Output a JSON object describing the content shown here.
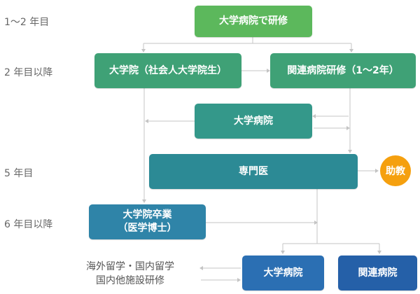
{
  "stages": {
    "year1_2": "1〜2 年目",
    "year2_plus": "2 年目以降",
    "year5": "5 年目",
    "year6_plus": "6 年目以降"
  },
  "boxes": {
    "univ_hospital_training": "大学病院で研修",
    "grad_school_working": "大学院（社会人大学院生）",
    "affiliated_training": "関連病院研修（1〜2年）",
    "univ_hospital_mid": "大学病院",
    "specialist": "専門医",
    "assistant_professor": "助教",
    "grad_complete_line1": "大学院卒業",
    "grad_complete_line2": "（医学博士）",
    "univ_hospital_final": "大学病院",
    "affiliated_hospital": "関連病院"
  },
  "study_abroad": {
    "line1": "海外留学・国内留学",
    "line2": "国内他施設研修"
  },
  "colors": {
    "green": "#5cb85c",
    "teal": "#34988a",
    "blue": "#2b6fb3",
    "orange": "#f5a00f",
    "connector": "#c4c4c4"
  }
}
